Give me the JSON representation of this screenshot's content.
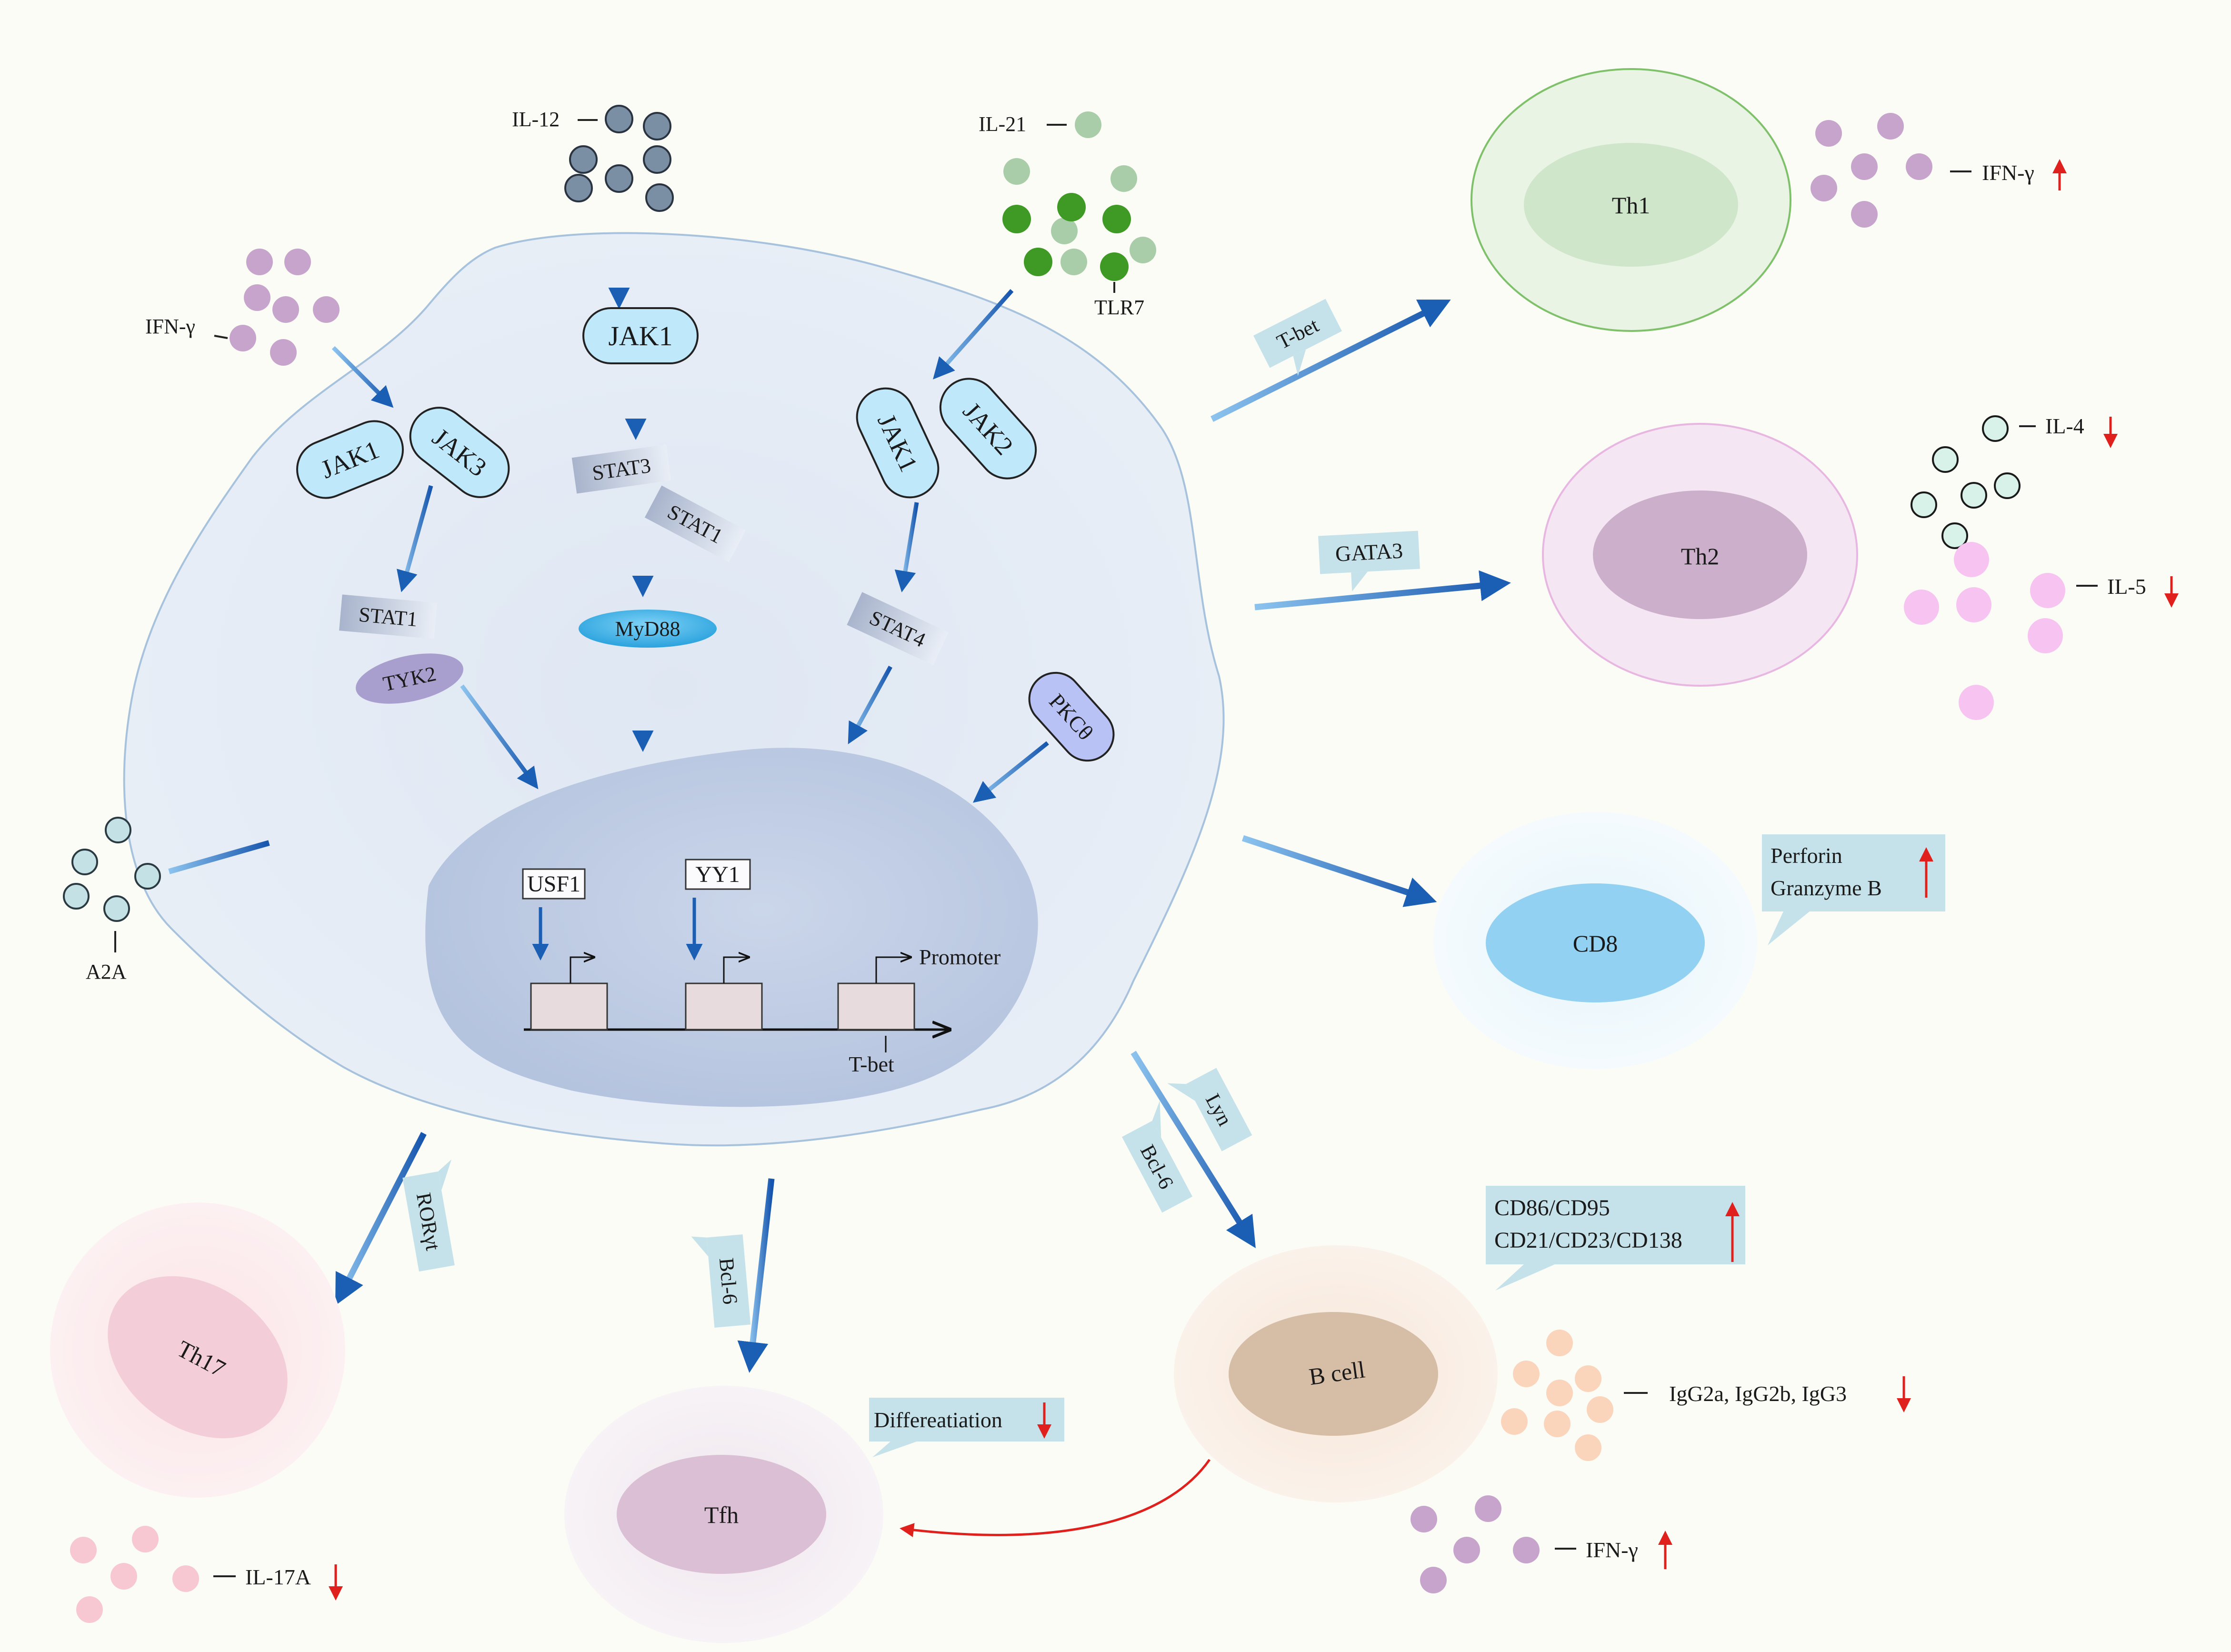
{
  "colors": {
    "background": "#fbfcf6",
    "cell_membrane": "#e6edf6",
    "nucleus": "#b9c8e2",
    "jak_fill": "#bfe9fb",
    "arrow_blue": "#1a5fb4",
    "red_arrow": "#e0201c",
    "ifn_dot": "#c7a4cc",
    "il12_dot": "#7a8ea4",
    "il21_dot_light": "#a9cda8",
    "il21_dot_dark": "#3f9a25",
    "a2a_dot": "#c4e1e6",
    "il4_dot": "#d8f2ea",
    "il5_dot": "#f7c4f2",
    "il17a_dot": "#f8c8d2",
    "ig_dot": "#fbd4bc",
    "callout": "#c5e2ea"
  },
  "ligands": {
    "il12": "IL-12",
    "il21": "IL-21",
    "tlr7": "TLR7",
    "ifn_gamma": "IFN-γ",
    "a2a": "A2A"
  },
  "kinases": {
    "jak1_left": "JAK1",
    "jak3": "JAK3",
    "jak1_center": "JAK1",
    "jak1_right": "JAK1",
    "jak2": "JAK2"
  },
  "signaling": {
    "stat1_left": "STAT1",
    "tyk2": "TYK2",
    "stat3": "STAT3",
    "stat1_center": "STAT1",
    "myd88": "MyD88",
    "stat4": "STAT4",
    "pkc_theta": "PKCθ"
  },
  "nucleus": {
    "usf1": "USF1",
    "yy1": "YY1",
    "promoter": "Promoter",
    "tbet": "T-bet"
  },
  "transcription_factors": {
    "tbet": "T-bet",
    "gata3": "GATA3",
    "ror_gamma_t": "RORγt",
    "bcl6_tfh": "Bcl-6",
    "lyn": "Lyn",
    "bcl6_bcell": "Bcl-6"
  },
  "cells": {
    "th1": "Th1",
    "th2": "Th2",
    "cd8": "CD8",
    "bcell": "B cell",
    "tfh": "Tfh",
    "th17": "Th17"
  },
  "outputs": {
    "th1_ifn": "IFN-γ",
    "il4": "IL-4",
    "il5": "IL-5",
    "cd8_line1": "Perforin",
    "cd8_line2": "Granzyme B",
    "bcell_line1": "CD86/CD95",
    "bcell_line2": "CD21/CD23/CD138",
    "igg": "IgG2a, IgG2b, IgG3",
    "bcell_ifn": "IFN-γ",
    "differentiation": "Differeatiation",
    "il17a": "IL-17A"
  }
}
